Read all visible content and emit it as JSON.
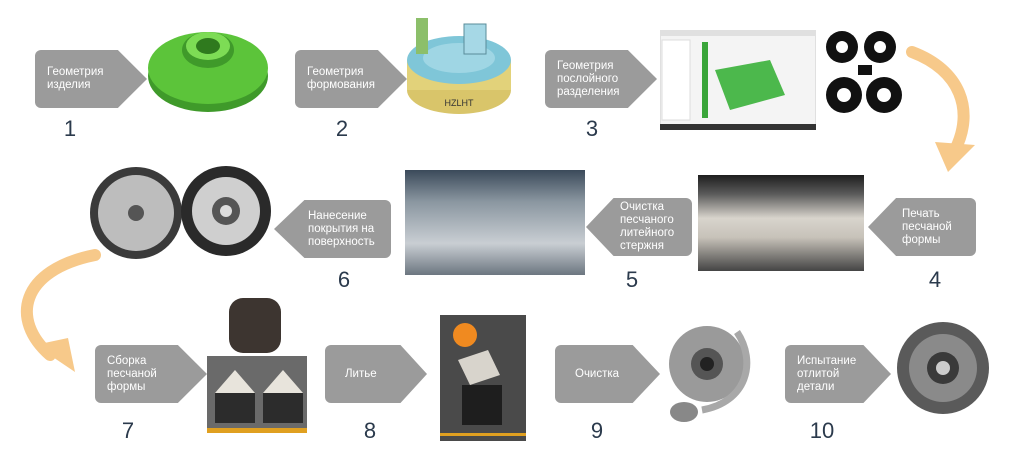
{
  "steps": [
    {
      "number": "1",
      "label": "Геометрия изделия"
    },
    {
      "number": "2",
      "label": "Геометрия формования"
    },
    {
      "number": "3",
      "label": "Геометрия послойного разделения"
    },
    {
      "number": "4",
      "label": "Печать песчаной формы"
    },
    {
      "number": "5",
      "label": "Очистка песчаного литейного стержня"
    },
    {
      "number": "6",
      "label": "Нанесение покрытия на поверхность"
    },
    {
      "number": "7",
      "label": "Сборка песчаной формы"
    },
    {
      "number": "8",
      "label": "Литье"
    },
    {
      "number": "9",
      "label": "Очистка"
    },
    {
      "number": "10",
      "label": "Испытание отлитой детали"
    }
  ],
  "mold_marking": "HZLHT",
  "colors": {
    "arrow": "#9b9b9b",
    "number": "#2b3a4c",
    "flow": "#f7c98a",
    "model_green": "#5cc43a",
    "mold_blue": "#7fc6d8"
  }
}
